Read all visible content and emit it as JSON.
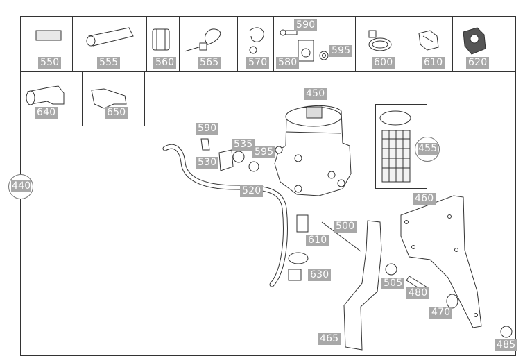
{
  "header_parts": [
    "550",
    "555",
    "560",
    "565",
    "570",
    "580",
    "590",
    "595",
    "600",
    "610",
    "620"
  ],
  "second_row_parts": [
    "640",
    "650"
  ],
  "callouts": {
    "part_440": "440",
    "part_450": "450",
    "part_455": "455",
    "part_460": "460",
    "part_465": "465",
    "part_470": "470",
    "part_480": "480",
    "part_485": "485",
    "part_500": "500",
    "part_505": "505",
    "part_520": "520",
    "part_530": "530",
    "part_535": "535",
    "part_590": "590",
    "part_595": "595",
    "part_610": "610",
    "part_630": "630"
  },
  "colors": {
    "label_bg": "#a8a8a8",
    "label_text": "#ffffff",
    "line": "#333333"
  }
}
